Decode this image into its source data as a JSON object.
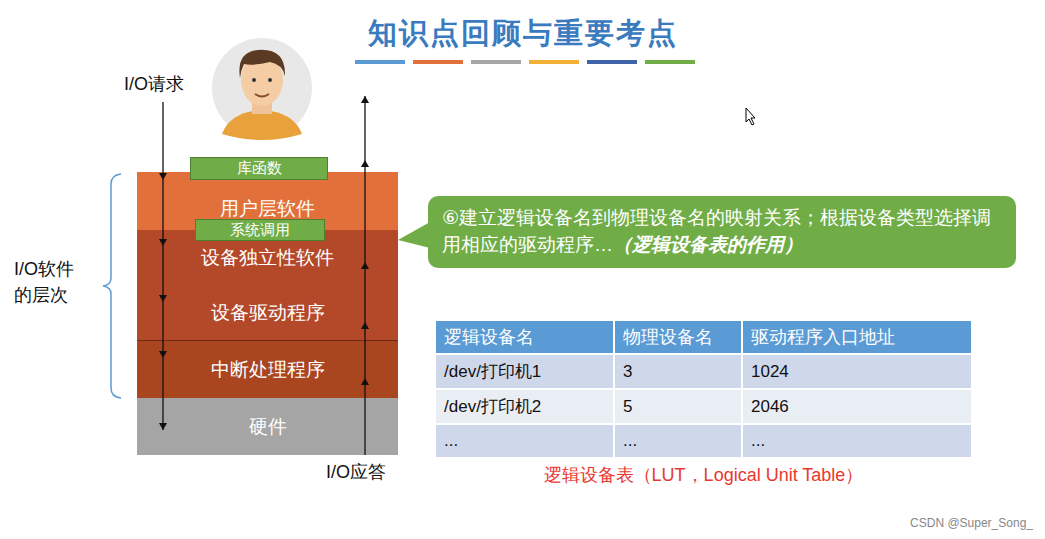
{
  "diagram": {
    "title": "知识点回顾与重要考点",
    "caption": "逻辑设备表（LUT，Logical Unit Table）",
    "nodes": [
      {
        "text": [
          "用户层软件"
        ]
      },
      {
        "text": [
          "设备独立性软件"
        ]
      },
      {
        "text": [
          "设备驱动程序"
        ]
      },
      {
        "text": [
          "中断处理程序"
        ]
      },
      {
        "text": [
          "硬件"
        ]
      },
      {
        "text": [
          "库函数"
        ]
      },
      {
        "text": [
          "系统调用"
        ]
      },
      {
        "text": [
          "⑥建立逻辑设备名到物理设备名的映射关系；根据设备类型选择调用相应的驱动程序…",
          "（逻辑设备表的作用）"
        ]
      }
    ],
    "labels": [
      "I/O请求",
      "I/O应答",
      "I/O软件的层次",
      "逻辑设备名",
      "物理设备名",
      "驱动程序入口地址",
      "/dev/打印机1",
      "3",
      "1024",
      "/dev/打印机2",
      "5",
      "2046",
      "...",
      "...",
      "...",
      "CSDN @Super_Song_"
    ]
  }
}
